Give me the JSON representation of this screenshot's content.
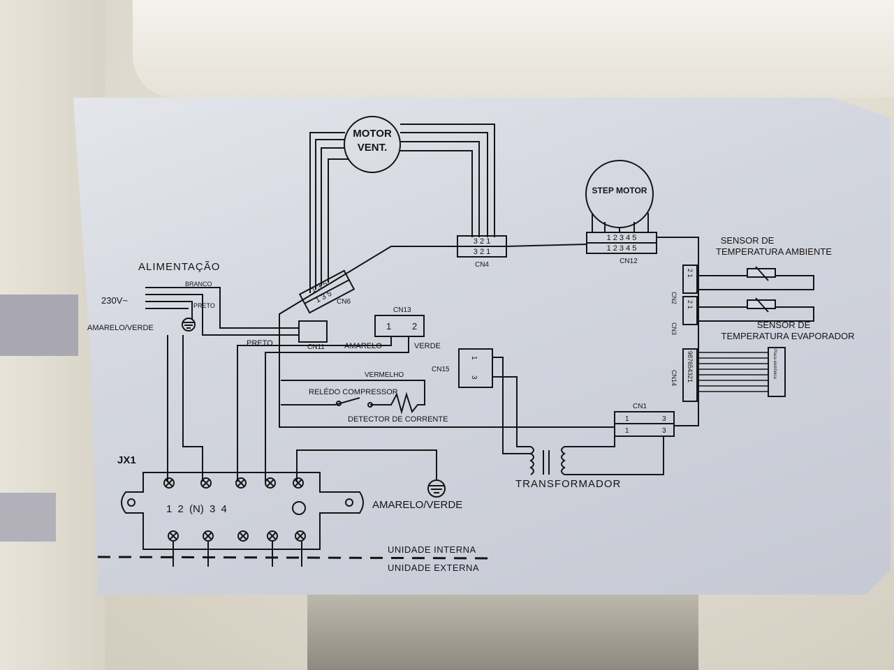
{
  "labels": {
    "motor_vent_1": "MOTOR",
    "motor_vent_2": "VENT.",
    "step_motor": "STEP MOTOR",
    "alimentacao": "ALIMENTAÇÃO",
    "branco": "BRANCO",
    "v230": "230V~",
    "preto_small": "PRETO",
    "amarelo_verde_left": "AMARELO/VERDE",
    "preto": "PRETO",
    "cn11": "CN11",
    "cn13": "CN13",
    "cn13_1": "1",
    "cn13_2": "2",
    "amarelo": "AMARELO",
    "verde": "VERDE",
    "cn6": "CN6",
    "cn6_pins_a": "1 3 5",
    "cn6_pins_b": "1 3 5",
    "cn4": "CN4",
    "cn4_row_a": "3  2  1",
    "cn4_row_b": "3  2  1",
    "cn12": "CN12",
    "cn12_row_a": "1  2  3  4  5",
    "cn12_row_b": "1  2  3  4  5",
    "sensor_amb_1": "SENSOR DE",
    "sensor_amb_2": "TEMPERATURA AMBIENTE",
    "sensor_evap_1": "SENSOR DE",
    "sensor_evap_2": "TEMPERATURA EVAPORADOR",
    "cn2": "CN2",
    "cn3": "CN3",
    "cn14": "CN14",
    "cn14_pins": "987654321",
    "placa_display": "Placa eletrônica",
    "pin_2_1": "2 1",
    "cn15": "CN15",
    "cn15_1": "1",
    "cn15_3": "3",
    "vermelho": "VERMELHO",
    "rele": "RELÉDO COMPRESSOR",
    "detector": "DETECTOR DE CORRENTE",
    "cn1": "CN1",
    "cn1_1a": "1",
    "cn1_3a": "3",
    "cn1_1b": "1",
    "cn1_3b": "3",
    "transformador": "TRANSFORMADOR",
    "jx1": "JX1",
    "jx1_terms": "1 2 (N) 3  4",
    "amarelo_verde_right": "AMARELO/VERDE",
    "unidade_interna": "UNIDADE INTERNA",
    "unidade_externa": "UNIDADE EXTERNA"
  },
  "colors": {
    "sticker": "#d6d9e1",
    "ink": "#141414",
    "housing": "#e6e2d8"
  },
  "icons": [
    "ground-icon",
    "fan-motor-icon",
    "step-motor-icon",
    "thermistor-icon",
    "transformer-icon",
    "relay-switch-icon",
    "terminal-screw-icon"
  ]
}
